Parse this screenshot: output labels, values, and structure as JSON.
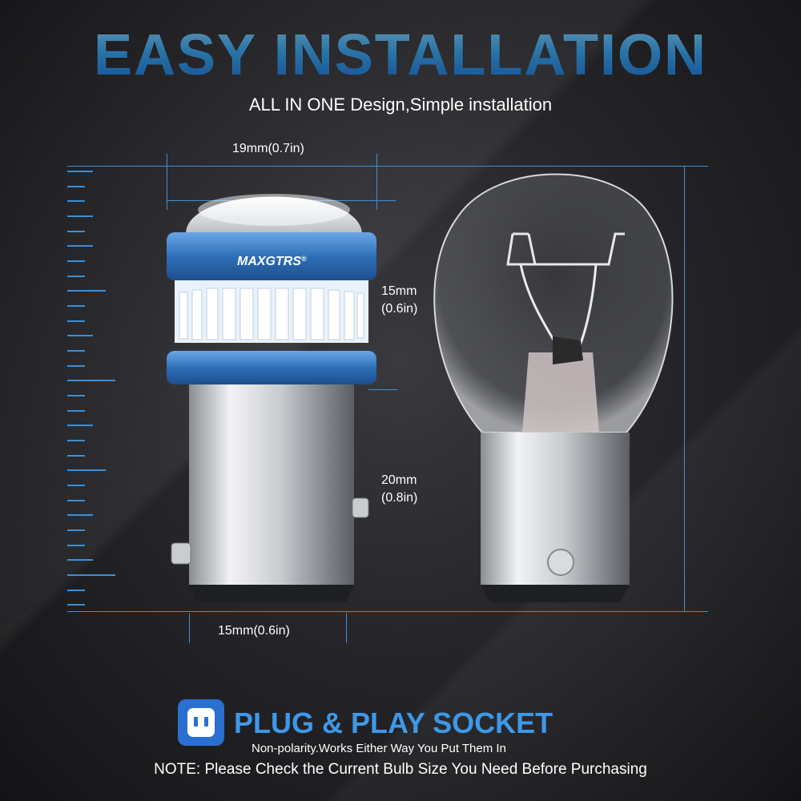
{
  "header": {
    "title": "EASY INSTALLATION",
    "subtitle": "ALL IN ONE Design,Simple installation"
  },
  "dimensions": {
    "top_width": "19mm(0.7in)",
    "head_height_mm": "15mm",
    "head_height_in": "(0.6in)",
    "base_height_mm": "20mm",
    "base_height_in": "(0.8in)",
    "base_width": "15mm(0.6in)"
  },
  "product": {
    "brand": "MAXGTRS",
    "trademark": "®"
  },
  "feature": {
    "icon": "plug-socket-icon",
    "title": "PLUG & PLAY SOCKET",
    "subtitle": "Non-polarity.Works Either Way You Put Them In"
  },
  "note": "NOTE: Please Check the Current Bulb Size You Need Before Purchasing",
  "colors": {
    "accent_blue": "#3e98e8",
    "title_gradient_top": "#8fd8ff",
    "title_gradient_bottom": "#1f6fd0",
    "ruler_blue": "#3b8fd6",
    "led_ring_blue": "#2f6fb8"
  }
}
